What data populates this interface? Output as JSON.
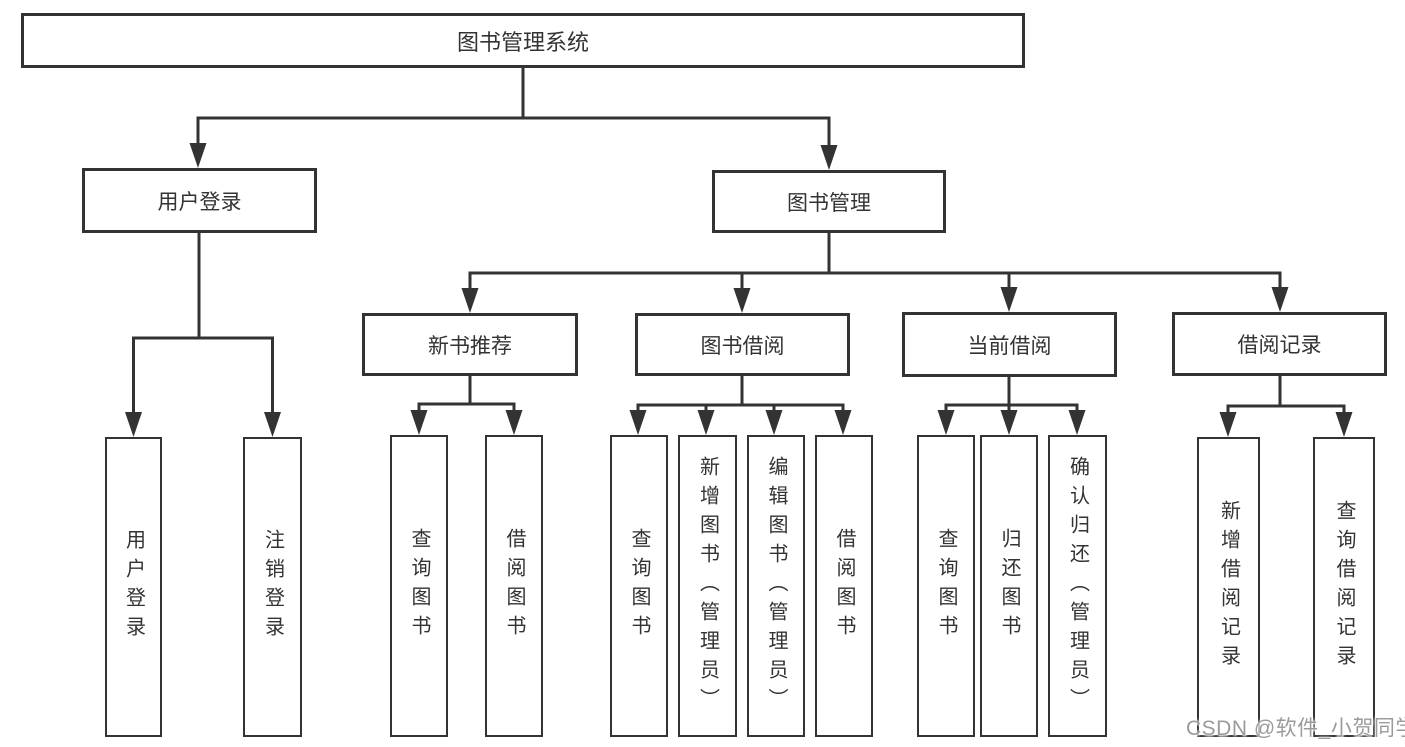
{
  "diagram": {
    "type": "tree",
    "root": {
      "label": "图书管理系统",
      "children": [
        {
          "label": "用户登录",
          "children": [
            {
              "label": "用户登录"
            },
            {
              "label": "注销登录"
            }
          ]
        },
        {
          "label": "图书管理",
          "children": [
            {
              "label": "新书推荐",
              "children": [
                {
                  "label": "查询图书"
                },
                {
                  "label": "借阅图书"
                }
              ]
            },
            {
              "label": "图书借阅",
              "children": [
                {
                  "label": "查询图书"
                },
                {
                  "label": "新增图书（管理员）"
                },
                {
                  "label": "编辑图书（管理员）"
                },
                {
                  "label": "借阅图书"
                }
              ]
            },
            {
              "label": "当前借阅",
              "children": [
                {
                  "label": "查询图书"
                },
                {
                  "label": "归还图书"
                },
                {
                  "label": "确认归还（管理员）"
                }
              ]
            },
            {
              "label": "借阅记录",
              "children": [
                {
                  "label": "新增借阅记录"
                },
                {
                  "label": "查询借阅记录"
                }
              ]
            }
          ]
        }
      ]
    }
  },
  "watermark": {
    "text": "CSDN @软件_小贺同学"
  },
  "colors": {
    "line": "#333333",
    "box_border": "#333333",
    "box_background": "#ffffff",
    "label_text": "#333333",
    "watermark_text": "#9b9b9b"
  }
}
